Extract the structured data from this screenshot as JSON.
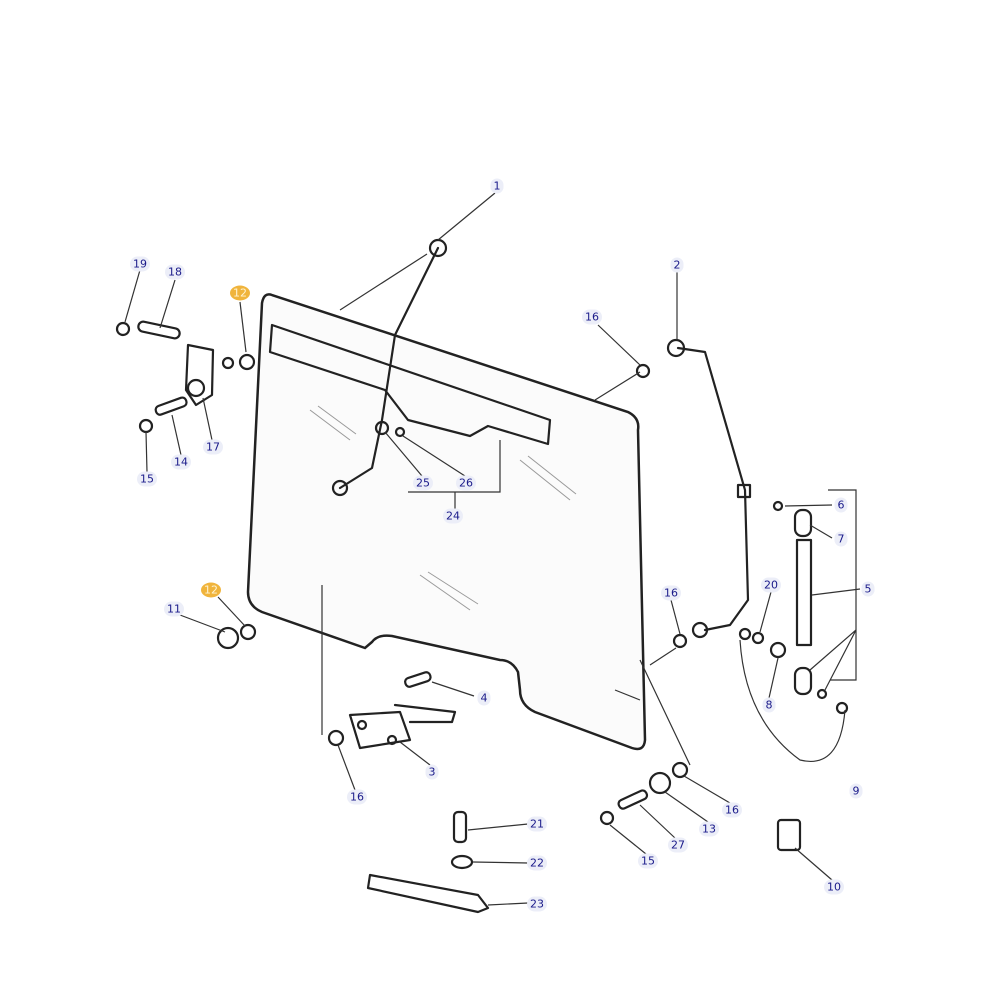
{
  "title": "Door glass assembly parts diagram",
  "highlight_color": "#f0b43c",
  "label_color": "#1a1a8a",
  "callouts": [
    {
      "id": "c1",
      "text": "1"
    },
    {
      "id": "c2",
      "text": "2"
    },
    {
      "id": "c16a",
      "text": "16"
    },
    {
      "id": "c19",
      "text": "19"
    },
    {
      "id": "c18",
      "text": "18"
    },
    {
      "id": "c12a",
      "text": "12",
      "highlight": true
    },
    {
      "id": "c17",
      "text": "17"
    },
    {
      "id": "c14a",
      "text": "14"
    },
    {
      "id": "c15a",
      "text": "15"
    },
    {
      "id": "c25",
      "text": "25"
    },
    {
      "id": "c26",
      "text": "26"
    },
    {
      "id": "c24",
      "text": "24"
    },
    {
      "id": "c6",
      "text": "6"
    },
    {
      "id": "c7",
      "text": "7"
    },
    {
      "id": "c5",
      "text": "5"
    },
    {
      "id": "c20",
      "text": "20"
    },
    {
      "id": "c16b",
      "text": "16"
    },
    {
      "id": "c12b",
      "text": "12",
      "highlight": true
    },
    {
      "id": "c11",
      "text": "11"
    },
    {
      "id": "c4",
      "text": "4"
    },
    {
      "id": "c8",
      "text": "8"
    },
    {
      "id": "c3",
      "text": "3"
    },
    {
      "id": "c16c",
      "text": "16"
    },
    {
      "id": "c9",
      "text": "9"
    },
    {
      "id": "c16d",
      "text": "16"
    },
    {
      "id": "c13",
      "text": "13"
    },
    {
      "id": "c21",
      "text": "21"
    },
    {
      "id": "c27",
      "text": "27"
    },
    {
      "id": "c15b",
      "text": "15"
    },
    {
      "id": "c22",
      "text": "22"
    },
    {
      "id": "c23",
      "text": "23"
    },
    {
      "id": "c10",
      "text": "10"
    }
  ]
}
